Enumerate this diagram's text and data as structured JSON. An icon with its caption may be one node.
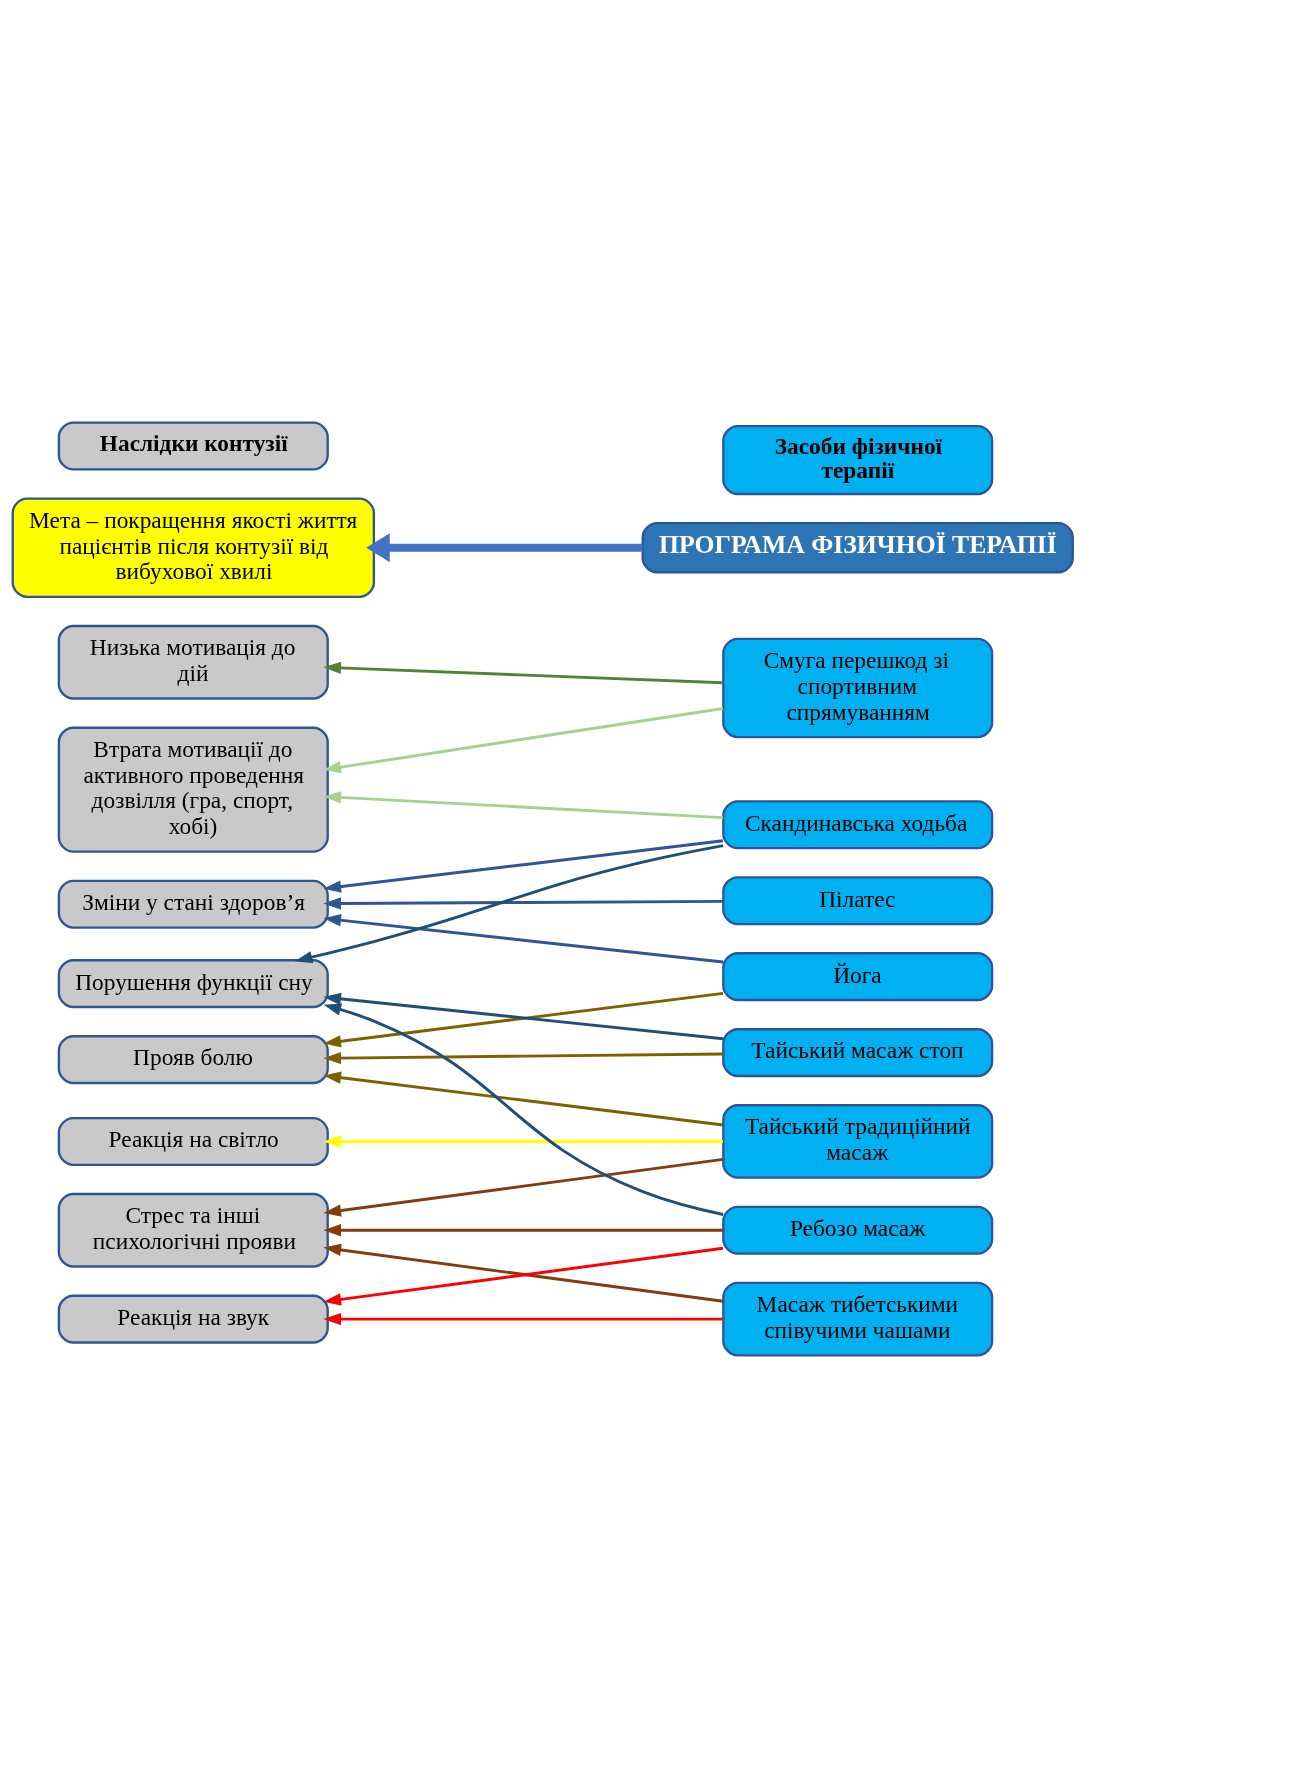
{
  "diagram": {
    "nodes": [
      {
        "text": [
          "ПРОГРАМА ФІЗИЧНОЇ ТЕРАПІЇ"
        ]
      },
      {
        "text": [
          "Мета – покращення якості життя пацієнтів після контузії від вибухової хвилі"
        ]
      },
      {
        "text": [
          "Наслідки контузії"
        ]
      },
      {
        "text": [
          "Засоби фізичної терапії"
        ]
      },
      {
        "text": [
          "Низька мотивація до дій"
        ]
      },
      {
        "text": [
          "Порушення функції сну"
        ]
      },
      {
        "text": [
          "Прояв болю"
        ]
      },
      {
        "text": [
          "Стрес та інші психологічні прояви"
        ]
      },
      {
        "text": [
          "Зміни у стані здоров’я"
        ]
      },
      {
        "text": [
          "Втрата мотивації до активного проведення дозвілля (гра, спорт, хобі)"
        ]
      },
      {
        "text": [
          "Реакція на світло"
        ]
      },
      {
        "text": [
          "Реакція на звук"
        ]
      },
      {
        "text": [
          "Пілатес"
        ]
      },
      {
        "text": [
          "Йога"
        ]
      },
      {
        "text": [
          "Скандинавська ходьба"
        ]
      },
      {
        "text": [
          "Смуга перешкод зі спортивним спрямуванням"
        ]
      },
      {
        "text": [
          "Тайський традиційний масаж"
        ]
      },
      {
        "text": [
          "Тайський масаж стоп"
        ]
      },
      {
        "text": [
          "Масаж тибетськими співучими чашами"
        ]
      },
      {
        "text": [
          "Ребозо масаж"
        ]
      }
    ],
    "edges": [
      {
        "from": 0,
        "to": 1,
        "arrow": "to",
        "style": "thick",
        "color": "#4472c4"
      },
      {
        "from": 12,
        "to": 8,
        "arrow": "to",
        "color": "#2f5597"
      },
      {
        "from": 13,
        "to": 6,
        "arrow": "to",
        "color": "#7f6000"
      },
      {
        "from": 13,
        "to": 8,
        "arrow": "to",
        "color": "#2f5597"
      },
      {
        "from": 14,
        "to": 5,
        "arrow": "to",
        "color": "#1f4e79"
      },
      {
        "from": 14,
        "to": 8,
        "arrow": "to",
        "color": "#2f5597"
      },
      {
        "from": 14,
        "to": 9,
        "arrow": "to",
        "color": "#a9d18e"
      },
      {
        "from": 15,
        "to": 4,
        "arrow": "to",
        "color": "#548235"
      },
      {
        "from": 15,
        "to": 9,
        "arrow": "to",
        "color": "#a9d18e"
      },
      {
        "from": 16,
        "to": 6,
        "arrow": "to",
        "color": "#7f6000"
      },
      {
        "from": 16,
        "to": 7,
        "arrow": "to",
        "color": "#843c0c"
      },
      {
        "from": 16,
        "to": 10,
        "arrow": "to",
        "color": "#ffff00"
      },
      {
        "from": 17,
        "to": 5,
        "arrow": "to",
        "color": "#1f4e79"
      },
      {
        "from": 17,
        "to": 6,
        "arrow": "to",
        "color": "#7f6000"
      },
      {
        "from": 18,
        "to": 7,
        "arrow": "to",
        "color": "#843c0c"
      },
      {
        "from": 18,
        "to": 11,
        "arrow": "to",
        "color": "#ff0000"
      },
      {
        "from": 19,
        "to": 5,
        "arrow": "to",
        "color": "#1f4e79"
      },
      {
        "from": 19,
        "to": 7,
        "arrow": "to",
        "color": "#843c0c"
      },
      {
        "from": 19,
        "to": 11,
        "arrow": "to",
        "color": "#ff0000"
      }
    ]
  }
}
